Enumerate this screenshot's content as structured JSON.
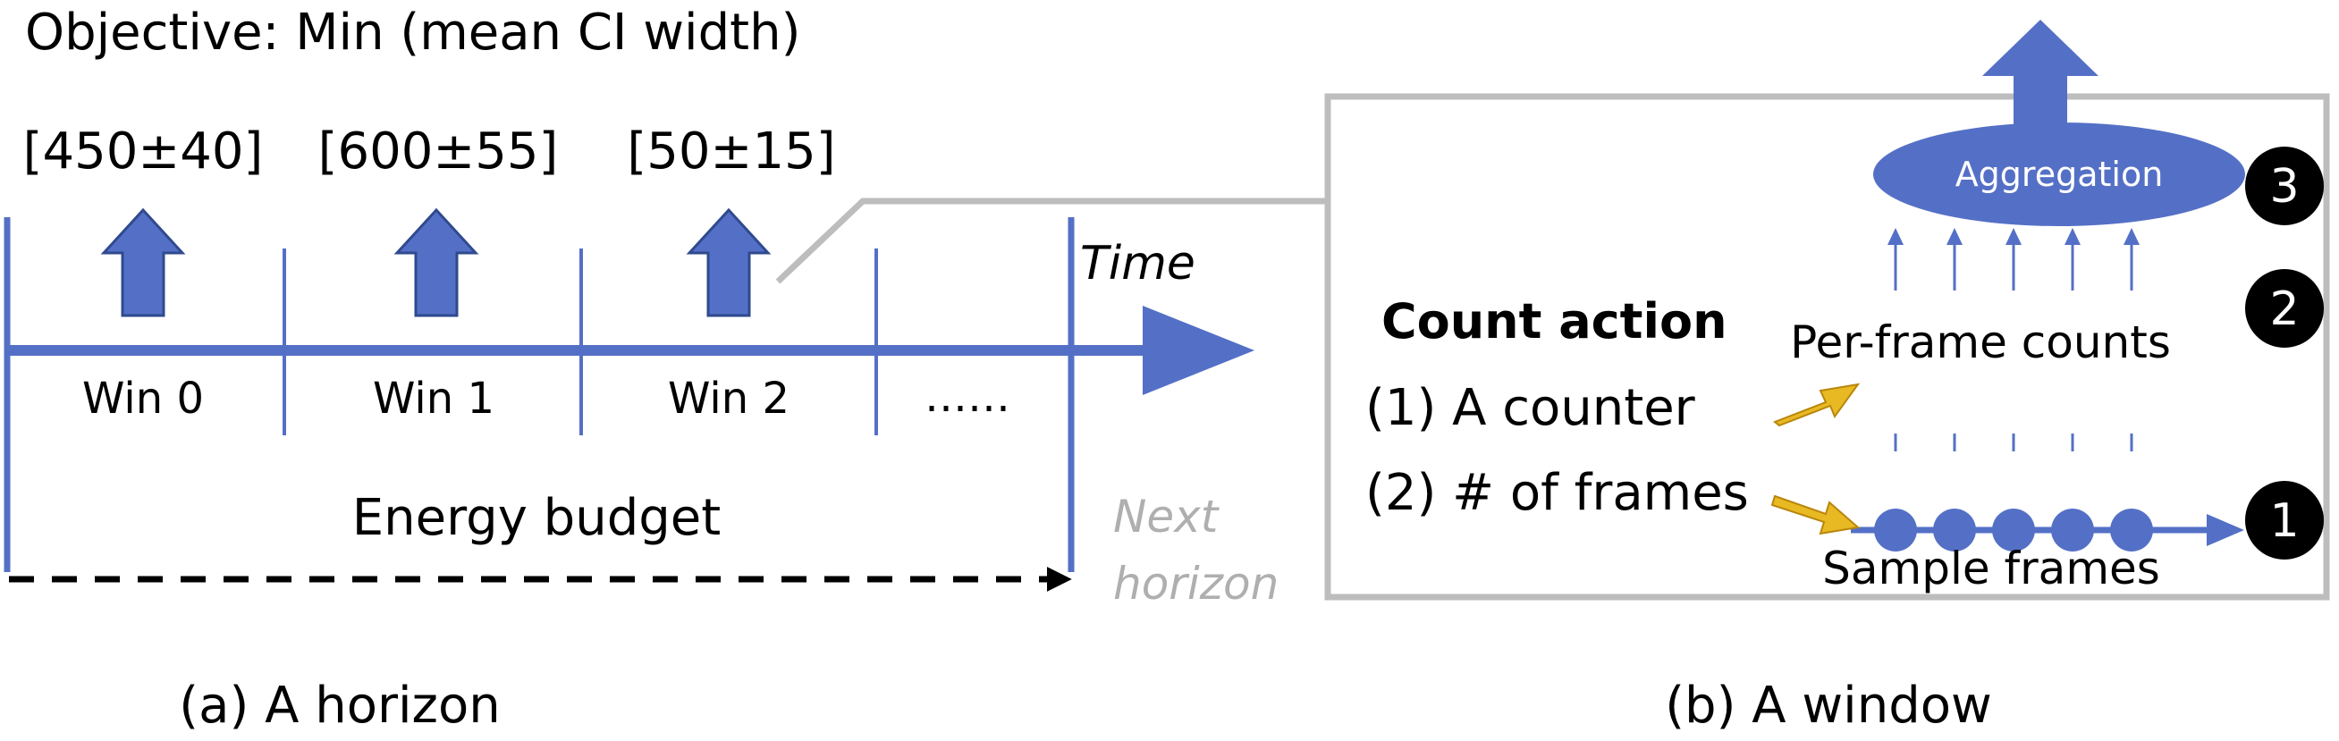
{
  "colors": {
    "accent_blue": "#5470C6",
    "arrow_dark": "#2F4A8E",
    "gray": "#BDBDBD",
    "gray_text": "#AFAFAF",
    "gold": "#E8B923",
    "black": "#000000",
    "white": "#FFFFFF"
  },
  "horizon": {
    "objective": "Objective: Min (mean CI width)",
    "ci_values": [
      "[450±40]",
      "[600±55]",
      "[50±15]"
    ],
    "time_label": "Time",
    "windows": [
      "Win 0",
      "Win 1",
      "Win 2",
      "……"
    ],
    "energy_budget": "Energy budget",
    "next_horizon_line1": "Next",
    "next_horizon_line2": "horizon",
    "caption": "(a) A horizon"
  },
  "window": {
    "count_action_title": "Count action",
    "option1": "(1) A counter",
    "option2": "(2) # of frames",
    "aggregation": "Aggregation",
    "per_frame_counts": "Per-frame counts",
    "sample_frames": "Sample frames",
    "steps": [
      "1",
      "2",
      "3"
    ],
    "caption": "(b) A window"
  }
}
